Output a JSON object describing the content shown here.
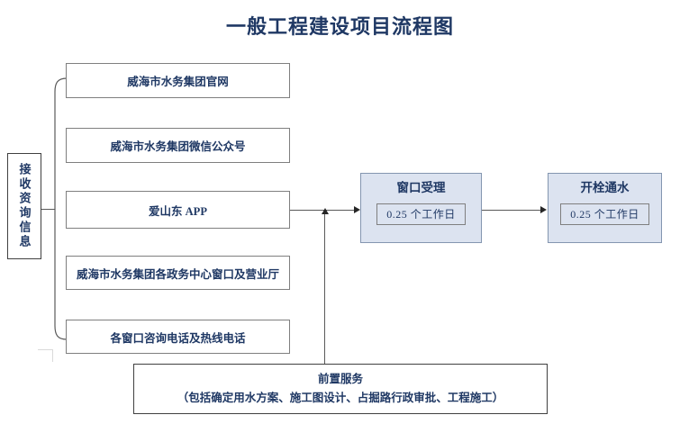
{
  "title": "一般工程建设项目流程图",
  "entry": {
    "label": "接收资询信息"
  },
  "channels": [
    {
      "label": "威海市水务集团官网"
    },
    {
      "label": "威海市水务集团微信公众号"
    },
    {
      "label": "爱山东 APP"
    },
    {
      "label": "威海市水务集团各政务中心窗口及营业厅"
    },
    {
      "label": "各窗口咨询电话及热线电话"
    }
  ],
  "stages": [
    {
      "title": "窗口受理",
      "duration": "0.25 个工作日"
    },
    {
      "title": "开栓通水",
      "duration": "0.25 个工作日"
    }
  ],
  "pre_service": {
    "line1": "前置服务",
    "line2": "（包括确定用水方案、施工图设计、占掘路行政审批、工程施工）"
  },
  "colors": {
    "title_text": "#1f3864",
    "stage_fill": "#dce3f0",
    "stage_border": "#8496b0",
    "box_border": "#7f7f7f",
    "connector": "#595959"
  }
}
